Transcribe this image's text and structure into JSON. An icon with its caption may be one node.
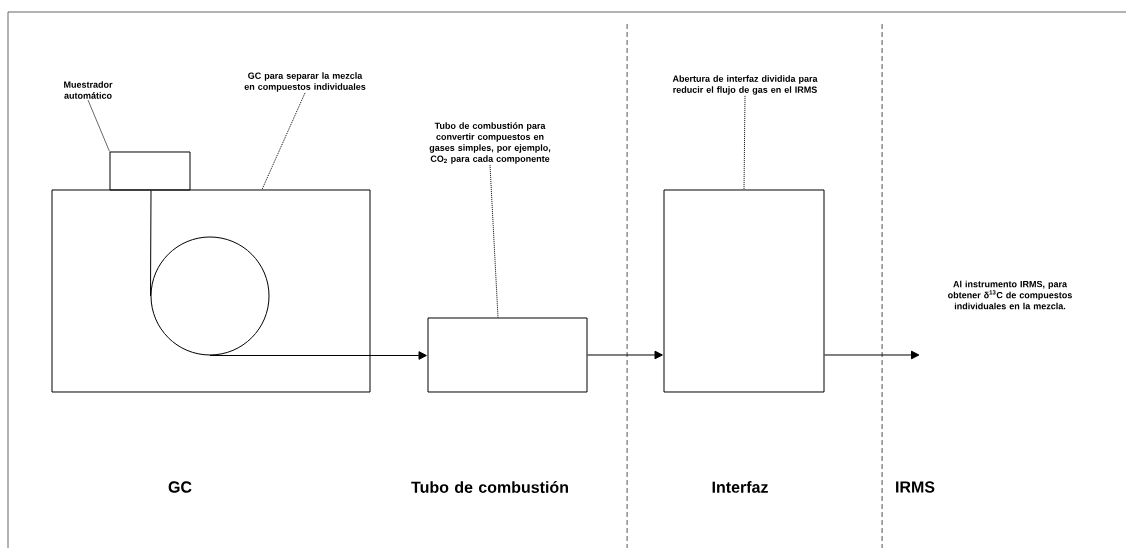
{
  "diagram": {
    "nodes": [
      {
        "text": [],
        "shape": "box"
      },
      {
        "text": [],
        "shape": "box"
      },
      {
        "text": [],
        "shape": "circle",
        "in": 0
      },
      {
        "text": [],
        "shape": "box"
      },
      {
        "text": [],
        "shape": "box"
      },
      {
        "text": [
          "Muestrador automático"
        ]
      },
      {
        "text": [
          "GC para separar la mezcla en compuestos individuales"
        ]
      },
      {
        "text": [
          "Tubo de combustión para convertir compuestos en gases simples, por ejemplo, CO$_{2}$ para cada componente"
        ]
      },
      {
        "text": [
          "Abertura de interfaz dividida para reducir el flujo de gas en el IRMS"
        ]
      }
    ],
    "edges": [
      {
        "from": 1,
        "to": 2,
        "arrow": "none"
      },
      {
        "from": 2,
        "to": 3,
        "arrow": "to"
      },
      {
        "from": 3,
        "to": 4,
        "arrow": "to"
      },
      {
        "from": 4,
        "to": null,
        "arrow": "to"
      },
      {
        "from": 5,
        "to": 1,
        "arrow": "none"
      },
      {
        "from": 6,
        "to": 0,
        "arrow": "none",
        "style": "dashed"
      },
      {
        "from": 7,
        "to": 3,
        "arrow": "none",
        "style": "dashed"
      },
      {
        "from": 8,
        "to": 4,
        "arrow": "none",
        "style": "dashed"
      }
    ],
    "labels": [
      "Al instrumento IRMS, para obtener δ$^{13}$C de compuestos individuales en la mezcla.",
      "GC",
      "Tubo de combustión",
      "Interfaz",
      "IRMS"
    ]
  }
}
